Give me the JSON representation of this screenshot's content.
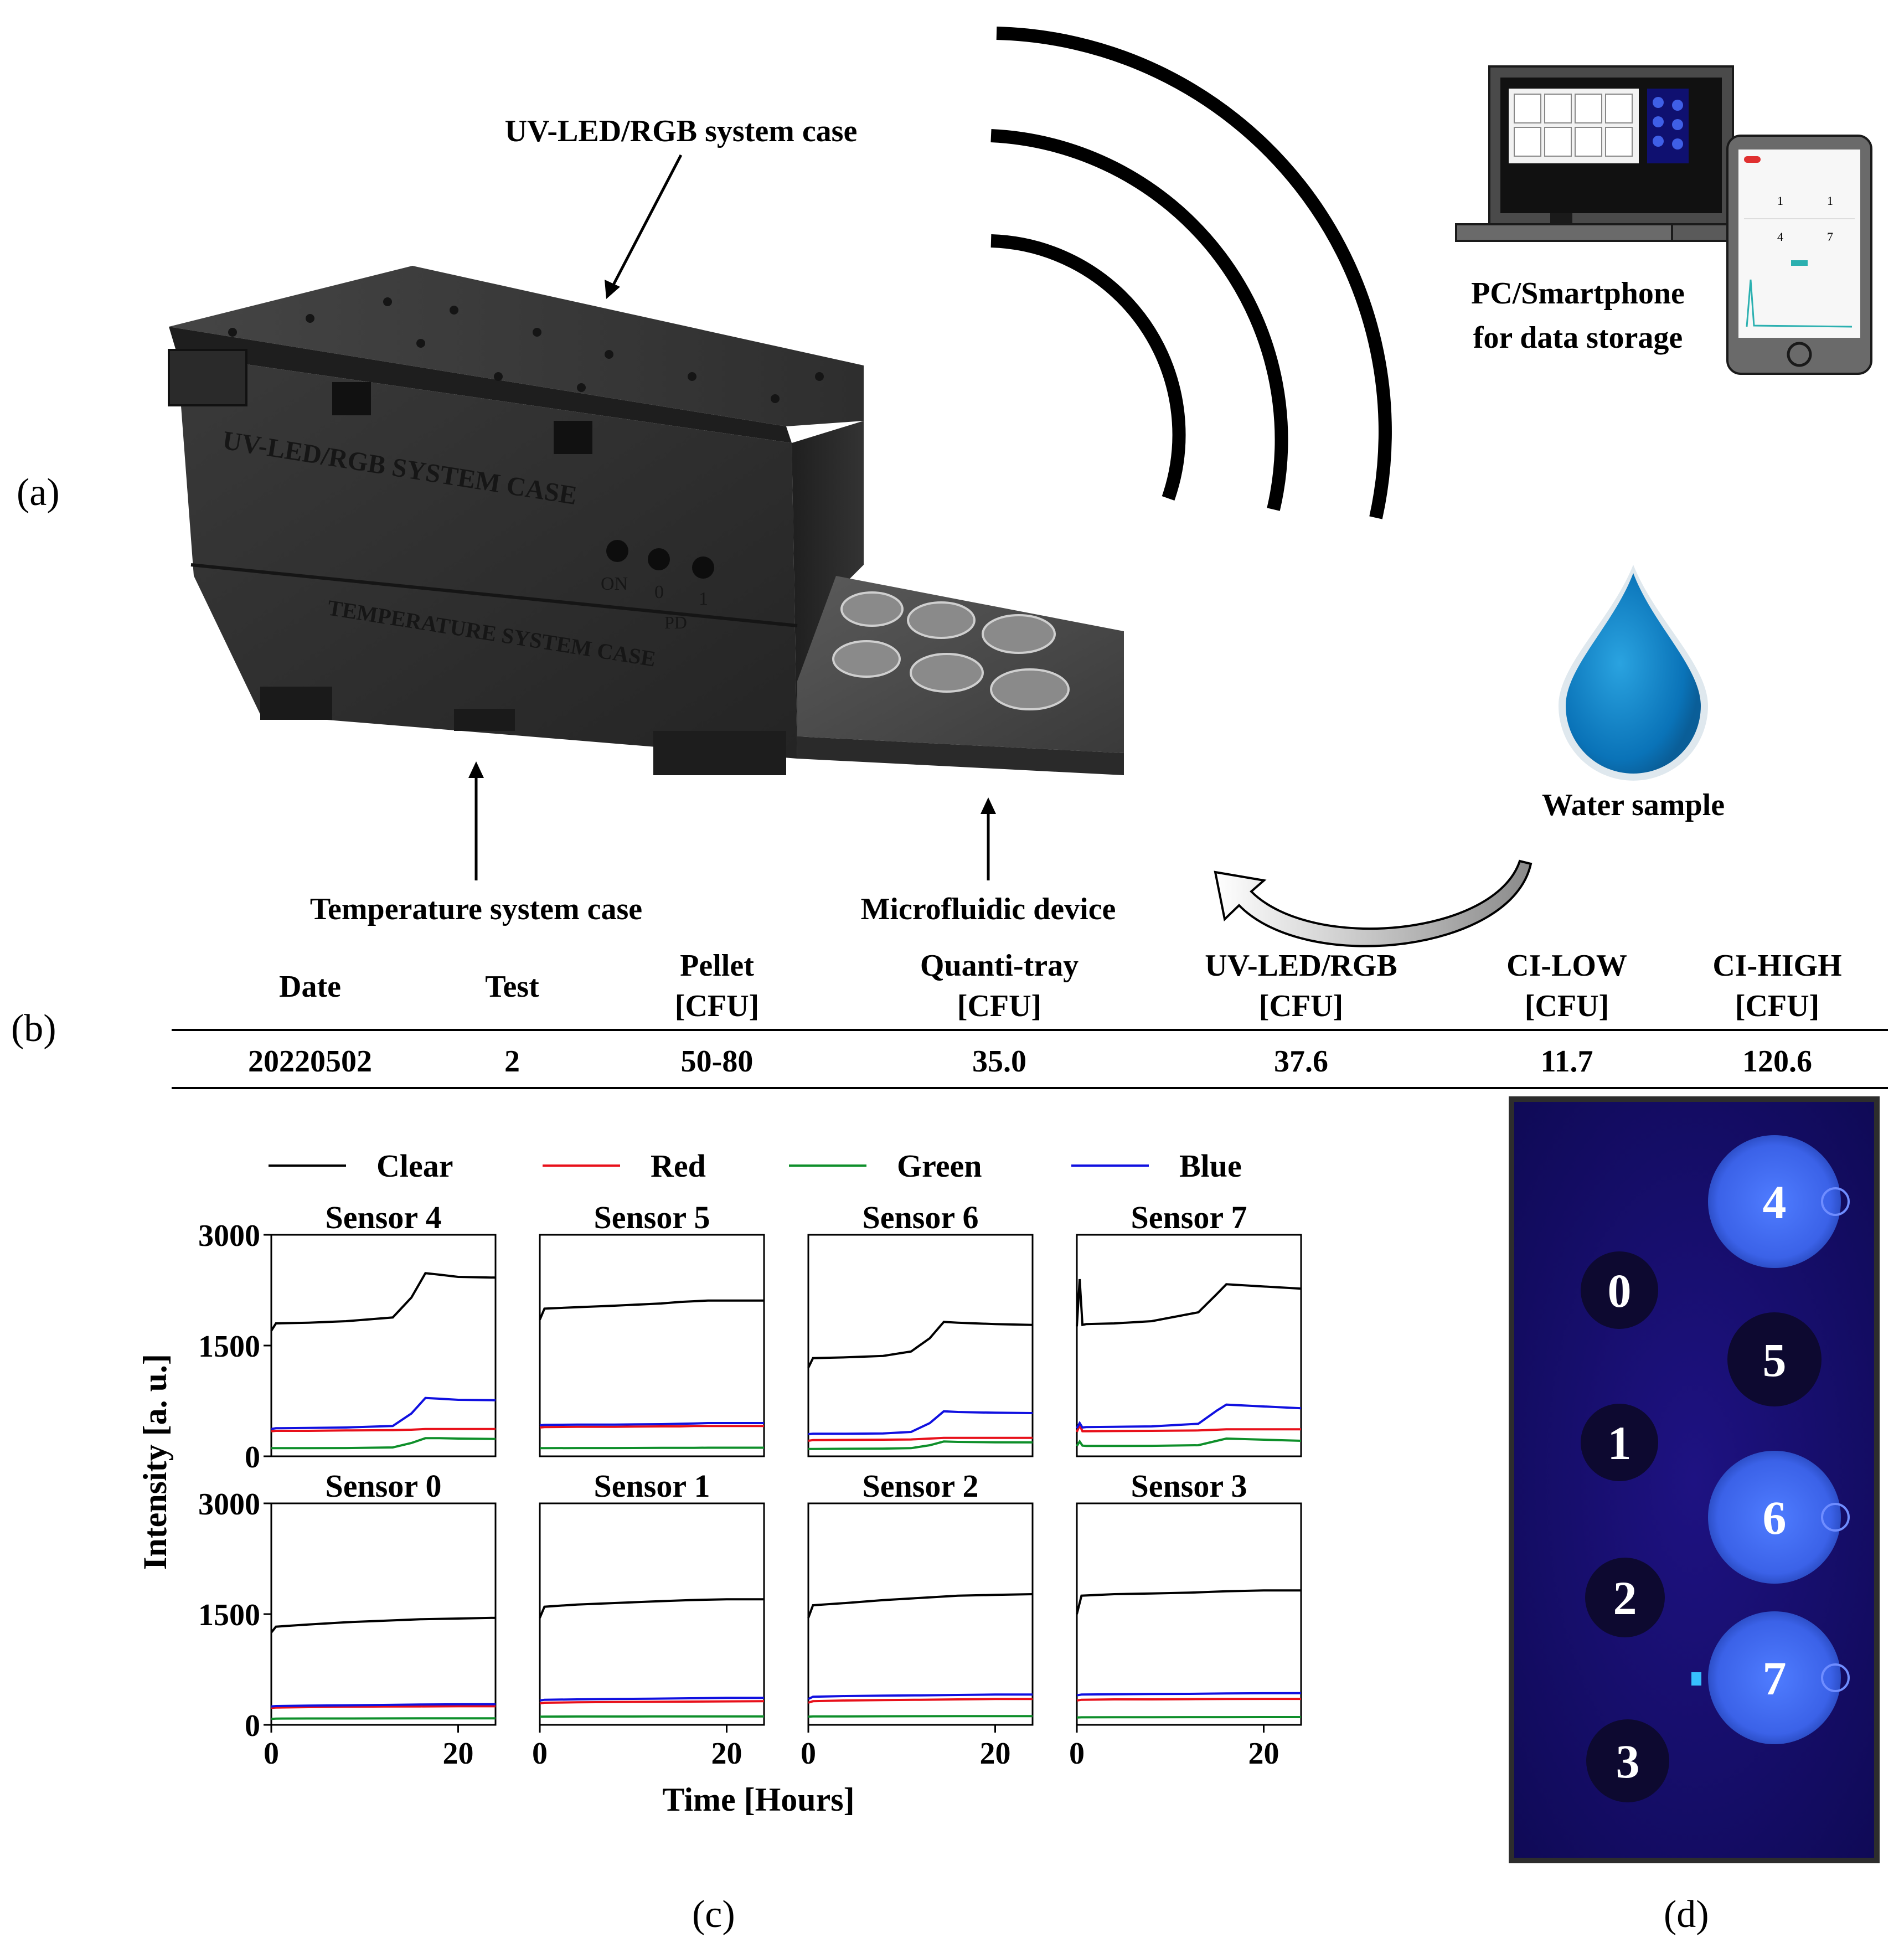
{
  "panel_labels": {
    "a": "(a)",
    "b": "(b)",
    "c": "(c)",
    "d": "(d)"
  },
  "annotations": {
    "uv_case": "UV-LED/RGB system case",
    "temp_case": "Temperature system case",
    "microfluidic": "Microfluidic device",
    "pc_line1": "PC/Smartphone",
    "pc_line2": "for data storage",
    "water": "Water sample"
  },
  "device_text": {
    "uv": "UV-LED/RGB SYSTEM CASE",
    "temp": "TEMPERATURE SYSTEM CASE",
    "on": "ON",
    "zero": "0",
    "one": "1",
    "pd": "PD"
  },
  "phone_screen": {
    "n1": "1",
    "n2": "1",
    "n3": "4",
    "n4": "7"
  },
  "table": {
    "headers": [
      {
        "l1": "Date",
        "l2": ""
      },
      {
        "l1": "Test",
        "l2": ""
      },
      {
        "l1": "Pellet",
        "l2": "[CFU]"
      },
      {
        "l1": "Quanti-tray",
        "l2": "[CFU]"
      },
      {
        "l1": "UV-LED/RGB",
        "l2": "[CFU]"
      },
      {
        "l1": "CI-LOW",
        "l2": "[CFU]"
      },
      {
        "l1": "CI-HIGH",
        "l2": "[CFU]"
      }
    ],
    "row": [
      "20220502",
      "2",
      "50-80",
      "35.0",
      "37.6",
      "11.7",
      "120.6"
    ]
  },
  "chart_data": {
    "type": "line",
    "legend": [
      "Clear",
      "Red",
      "Green",
      "Blue"
    ],
    "legend_position": "top",
    "colors": {
      "Clear": "#000000",
      "Red": "#e8101a",
      "Green": "#0e8f2a",
      "Blue": "#1010e0"
    },
    "xlabel": "Time [Hours]",
    "ylabel": "Intensity [a. u.]",
    "xlim": [
      0,
      24
    ],
    "ylim": [
      0,
      3000
    ],
    "xticks": [
      "0",
      "20"
    ],
    "yticks": [
      "0",
      "1500",
      "3000"
    ],
    "grid": false,
    "panels": [
      {
        "title": "Sensor 4",
        "x": [
          0,
          0.5,
          4,
          8,
          13,
          15,
          16.5,
          18,
          20,
          24
        ],
        "series": [
          {
            "name": "Clear",
            "values": [
              1700,
              1800,
              1810,
              1830,
              1880,
              2150,
              2480,
              2460,
              2430,
              2420
            ]
          },
          {
            "name": "Red",
            "values": [
              340,
              345,
              345,
              350,
              355,
              360,
              370,
              370,
              370,
              370
            ]
          },
          {
            "name": "Green",
            "values": [
              110,
              110,
              110,
              112,
              120,
              180,
              245,
              245,
              240,
              235
            ]
          },
          {
            "name": "Blue",
            "values": [
              370,
              380,
              385,
              390,
              410,
              580,
              790,
              780,
              765,
              760
            ]
          }
        ]
      },
      {
        "title": "Sensor 5",
        "x": [
          0,
          0.5,
          4,
          8,
          13,
          15,
          16.5,
          18,
          20,
          24
        ],
        "series": [
          {
            "name": "Clear",
            "values": [
              1850,
              2000,
              2020,
              2040,
              2070,
              2090,
              2100,
              2110,
              2110,
              2110
            ]
          },
          {
            "name": "Red",
            "values": [
              390,
              395,
              400,
              400,
              405,
              405,
              410,
              410,
              410,
              410
            ]
          },
          {
            "name": "Green",
            "values": [
              110,
              110,
              112,
              112,
              114,
              115,
              115,
              116,
              116,
              116
            ]
          },
          {
            "name": "Blue",
            "values": [
              420,
              425,
              430,
              430,
              435,
              440,
              445,
              450,
              450,
              450
            ]
          }
        ]
      },
      {
        "title": "Sensor 6",
        "x": [
          0,
          0.5,
          4,
          8,
          11,
          13,
          14.5,
          16,
          20,
          24
        ],
        "series": [
          {
            "name": "Clear",
            "values": [
              1200,
              1330,
              1340,
              1360,
              1420,
              1600,
              1820,
              1810,
              1790,
              1780
            ]
          },
          {
            "name": "Red",
            "values": [
              210,
              220,
              222,
              225,
              228,
              240,
              250,
              250,
              250,
              250
            ]
          },
          {
            "name": "Green",
            "values": [
              100,
              100,
              102,
              104,
              110,
              150,
              200,
              195,
              190,
              188
            ]
          },
          {
            "name": "Blue",
            "values": [
              300,
              305,
              305,
              310,
              330,
              450,
              610,
              600,
              590,
              585
            ]
          }
        ]
      },
      {
        "title": "Sensor 7",
        "x": [
          0,
          0.3,
          0.6,
          1,
          4,
          8,
          13,
          15,
          16,
          24
        ],
        "series": [
          {
            "name": "Clear",
            "values": [
              1760,
              2400,
              1780,
              1790,
              1800,
              1830,
              1950,
              2200,
              2330,
              2270
            ]
          },
          {
            "name": "Red",
            "values": [
              330,
              420,
              340,
              340,
              342,
              345,
              350,
              360,
              365,
              365
            ]
          },
          {
            "name": "Green",
            "values": [
              140,
              200,
              145,
              140,
              140,
              142,
              150,
              210,
              240,
              210
            ]
          },
          {
            "name": "Blue",
            "values": [
              380,
              450,
              390,
              395,
              400,
              405,
              440,
              620,
              700,
              650
            ]
          }
        ]
      },
      {
        "title": "Sensor 0",
        "x": [
          0,
          0.5,
          4,
          8,
          12,
          16,
          20,
          24
        ],
        "series": [
          {
            "name": "Clear",
            "values": [
              1250,
              1330,
              1360,
              1390,
              1410,
              1430,
              1440,
              1450
            ]
          },
          {
            "name": "Red",
            "values": [
              230,
              235,
              240,
              245,
              248,
              250,
              252,
              252
            ]
          },
          {
            "name": "Green",
            "values": [
              80,
              85,
              86,
              86,
              87,
              88,
              88,
              88
            ]
          },
          {
            "name": "Blue",
            "values": [
              250,
              255,
              260,
              265,
              270,
              275,
              278,
              280
            ]
          }
        ]
      },
      {
        "title": "Sensor 1",
        "x": [
          0,
          0.5,
          4,
          8,
          12,
          16,
          20,
          24
        ],
        "series": [
          {
            "name": "Clear",
            "values": [
              1450,
              1600,
              1630,
              1650,
              1670,
              1690,
              1700,
              1700
            ]
          },
          {
            "name": "Red",
            "values": [
              290,
              300,
              305,
              310,
              312,
              315,
              318,
              320
            ]
          },
          {
            "name": "Green",
            "values": [
              110,
              112,
              113,
              113,
              114,
              115,
              115,
              115
            ]
          },
          {
            "name": "Blue",
            "values": [
              330,
              340,
              345,
              350,
              355,
              360,
              365,
              365
            ]
          }
        ]
      },
      {
        "title": "Sensor 2",
        "x": [
          0,
          0.5,
          4,
          8,
          12,
          16,
          20,
          24
        ],
        "series": [
          {
            "name": "Clear",
            "values": [
              1450,
              1620,
              1650,
              1690,
              1720,
              1750,
              1760,
              1770
            ]
          },
          {
            "name": "Red",
            "values": [
              300,
              320,
              330,
              335,
              340,
              345,
              350,
              350
            ]
          },
          {
            "name": "Green",
            "values": [
              110,
              115,
              115,
              116,
              117,
              118,
              118,
              118
            ]
          },
          {
            "name": "Blue",
            "values": [
              350,
              380,
              390,
              395,
              400,
              405,
              410,
              410
            ]
          }
        ]
      },
      {
        "title": "Sensor 3",
        "x": [
          0,
          0.5,
          4,
          8,
          12,
          16,
          20,
          24
        ],
        "series": [
          {
            "name": "Clear",
            "values": [
              1500,
              1750,
              1770,
              1780,
              1790,
              1810,
              1820,
              1820
            ]
          },
          {
            "name": "Red",
            "values": [
              330,
              340,
              345,
              345,
              348,
              350,
              352,
              352
            ]
          },
          {
            "name": "Green",
            "values": [
              100,
              102,
              103,
              103,
              104,
              104,
              105,
              105
            ]
          },
          {
            "name": "Blue",
            "values": [
              400,
              410,
              415,
              418,
              420,
              425,
              428,
              430
            ]
          }
        ]
      }
    ]
  },
  "well_plate": {
    "wells": [
      {
        "label": "0",
        "state": "dark"
      },
      {
        "label": "1",
        "state": "dark"
      },
      {
        "label": "2",
        "state": "dark"
      },
      {
        "label": "3",
        "state": "dark"
      },
      {
        "label": "4",
        "state": "fluorescent"
      },
      {
        "label": "5",
        "state": "dark"
      },
      {
        "label": "6",
        "state": "fluorescent"
      },
      {
        "label": "7",
        "state": "fluorescent"
      }
    ],
    "colors": {
      "plate": "#140d6c",
      "dark": "#0d0930",
      "fluorescent": "#3f6cf0"
    }
  }
}
